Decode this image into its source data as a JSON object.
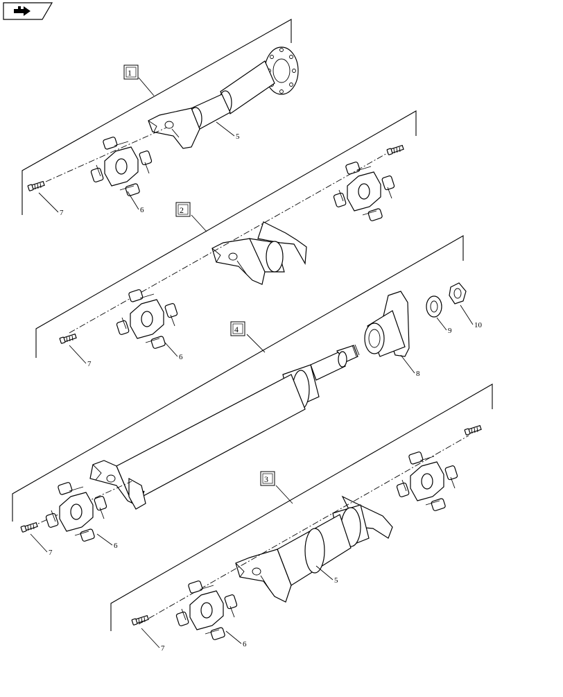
{
  "nav": {
    "icon": "next-page-arrow-icon"
  },
  "assemblies": [
    {
      "label": "1"
    },
    {
      "label": "2"
    },
    {
      "label": "3"
    },
    {
      "label": "4"
    }
  ],
  "callouts": {
    "a1": {
      "yoke": "5",
      "cross": "6",
      "bolt": "7"
    },
    "a2": {
      "cross": "6",
      "bolt": "7"
    },
    "a4": {
      "cross": "6",
      "bolt": "7",
      "flange_yoke": "8",
      "washer": "9",
      "nut": "10"
    },
    "a3": {
      "yoke": "5",
      "cross": "6",
      "bolt": "7"
    }
  }
}
